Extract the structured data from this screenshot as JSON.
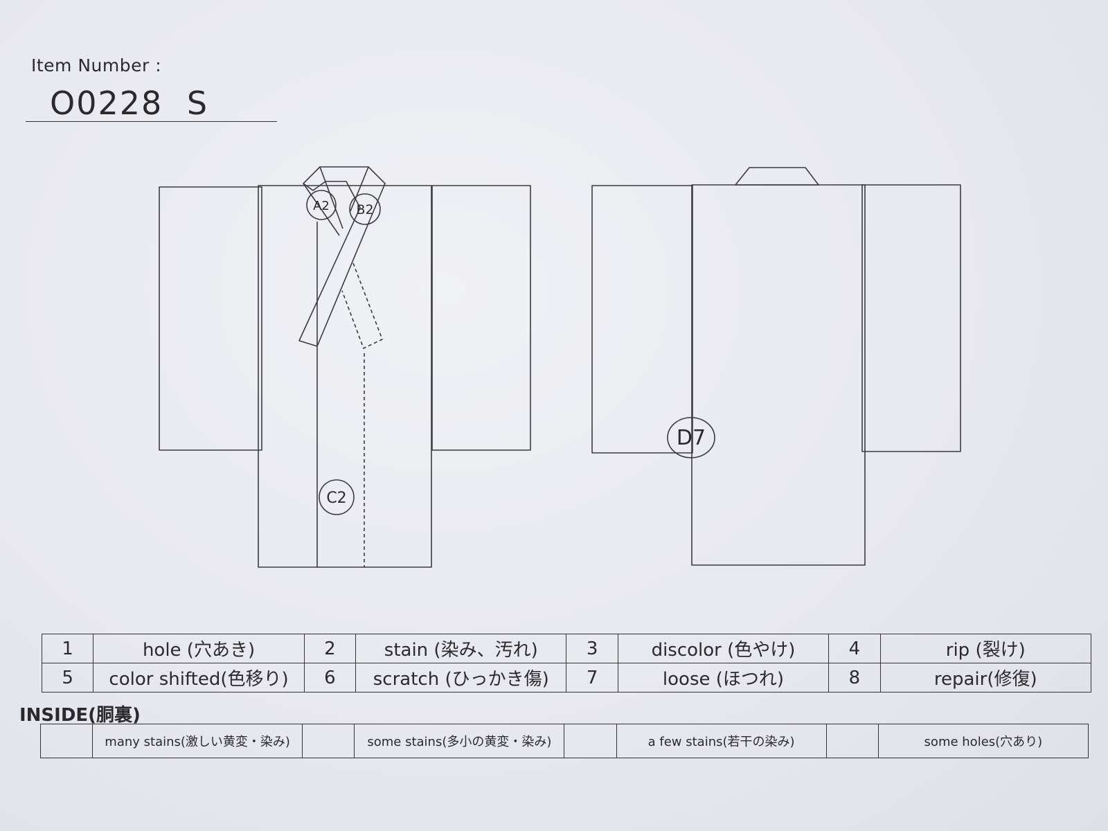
{
  "header": {
    "item_label": "Item Number :",
    "item_number": "O0228 S"
  },
  "markers": {
    "a": "A2",
    "b": "B2",
    "c": "C2",
    "d": "D7"
  },
  "defect_codes": [
    {
      "num": "1",
      "label": "hole (穴あき)"
    },
    {
      "num": "2",
      "label": "stain (染み、汚れ)"
    },
    {
      "num": "3",
      "label": "discolor (色やけ)"
    },
    {
      "num": "4",
      "label": "rip (裂け)"
    },
    {
      "num": "5",
      "label": "color shifted(色移り)"
    },
    {
      "num": "6",
      "label": "scratch (ひっかき傷)"
    },
    {
      "num": "7",
      "label": "loose (ほつれ)"
    },
    {
      "num": "8",
      "label": "repair(修復)"
    }
  ],
  "inside": {
    "title": "INSIDE(胴裏)",
    "options": [
      "many stains(激しい黄変・染み)",
      "some stains(多小の黄変・染み)",
      "a few stains(若干の染み)",
      "some holes(穴あり)"
    ]
  },
  "colors": {
    "ink": "#2a2a2e",
    "paper": "#e9eaef"
  }
}
